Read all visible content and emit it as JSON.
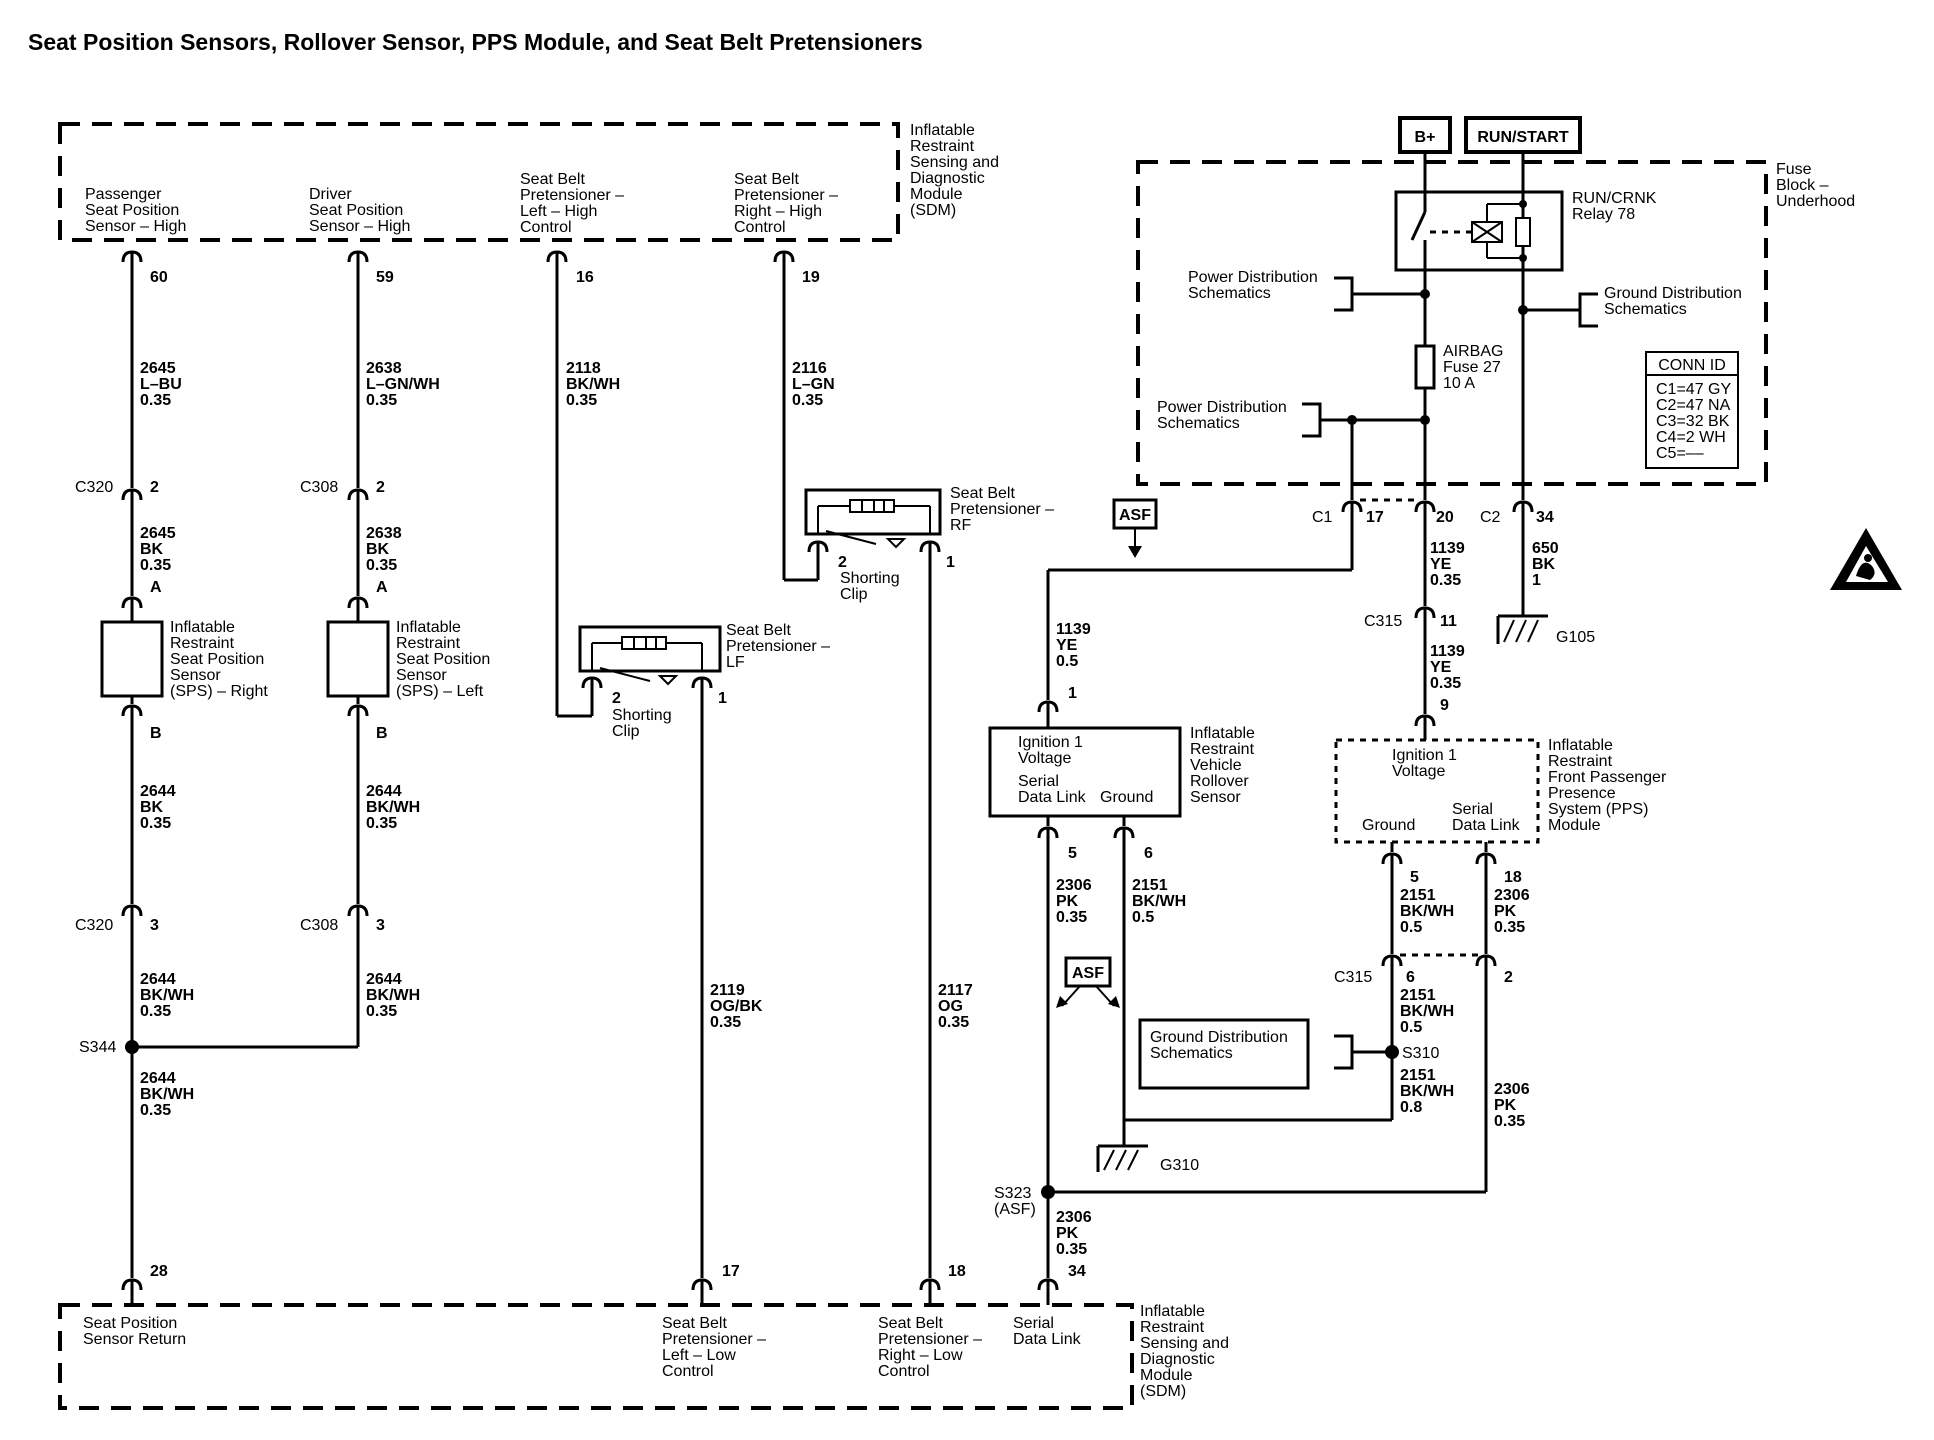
{
  "title": "Seat Position Sensors, Rollover Sensor, PPS Module, and Seat Belt Pretensioners",
  "sdm_top": {
    "name": [
      "Inflatable",
      "Restraint",
      "Sensing and",
      "Diagnostic",
      "Module",
      "(SDM)"
    ],
    "pins": [
      {
        "label": [
          "Passenger",
          "Seat Position",
          "Sensor – High"
        ],
        "pin": "60"
      },
      {
        "label": [
          "Driver",
          "Seat Position",
          "Sensor – High"
        ],
        "pin": "59"
      },
      {
        "label": [
          "Seat Belt",
          "Pretensioner –",
          "Left – High",
          "Control"
        ],
        "pin": "16"
      },
      {
        "label": [
          "Seat Belt",
          "Pretensioner –",
          "Right – High",
          "Control"
        ],
        "pin": "19"
      }
    ]
  },
  "sdm_bottom": {
    "name": [
      "Inflatable",
      "Restraint",
      "Sensing and",
      "Diagnostic",
      "Module",
      "(SDM)"
    ],
    "pins": [
      {
        "label": [
          "Seat Position",
          "Sensor Return"
        ],
        "pin": "28"
      },
      {
        "label": [
          "Seat Belt",
          "Pretensioner –",
          "Left – Low",
          "Control"
        ],
        "pin": "17"
      },
      {
        "label": [
          "Seat Belt",
          "Pretensioner –",
          "Right – Low",
          "Control"
        ],
        "pin": "18"
      },
      {
        "label": [
          "Serial",
          "Data Link"
        ],
        "pin": "34"
      }
    ]
  },
  "wires": {
    "w60": [
      "2645",
      "L–BU",
      "0.35"
    ],
    "w59": [
      "2638",
      "L–GN/WH",
      "0.35"
    ],
    "w16": [
      "2118",
      "BK/WH",
      "0.35"
    ],
    "w19": [
      "2116",
      "L–GN",
      "0.35"
    ],
    "wA_r": [
      "2645",
      "BK",
      "0.35"
    ],
    "wA_l": [
      "2638",
      "BK",
      "0.35"
    ],
    "wB_r": [
      "2644",
      "BK",
      "0.35"
    ],
    "wB_l": [
      "2644",
      "BK/WH",
      "0.35"
    ],
    "wC_r": [
      "2644",
      "BK/WH",
      "0.35"
    ],
    "wC_l": [
      "2644",
      "BK/WH",
      "0.35"
    ],
    "wS344": [
      "2644",
      "BK/WH",
      "0.35"
    ],
    "w17": [
      "2119",
      "OG/BK",
      "0.35"
    ],
    "w18": [
      "2117",
      "OG",
      "0.35"
    ],
    "wC1": [
      "1139",
      "YE",
      "0.5"
    ],
    "w20": [
      "1139",
      "YE",
      "0.35"
    ],
    "w11": [
      "1139",
      "YE",
      "0.35"
    ],
    "w34": [
      "650",
      "BK",
      "1"
    ],
    "wR5": [
      "2306",
      "PK",
      "0.35"
    ],
    "wR6": [
      "2151",
      "BK/WH",
      "0.5"
    ],
    "wP5": [
      "2151",
      "BK/WH",
      "0.5"
    ],
    "wP18": [
      "2306",
      "PK",
      "0.35"
    ],
    "wC315_6": [
      "2151",
      "BK/WH",
      "0.5"
    ],
    "wS310": [
      "2151",
      "BK/WH",
      "0.8"
    ],
    "wC315_2": [
      "2306",
      "PK",
      "0.35"
    ],
    "wS323": [
      "2306",
      "PK",
      "0.35"
    ]
  },
  "connectors": {
    "c320_2": {
      "name": "C320",
      "pin": "2"
    },
    "c308_2": {
      "name": "C308",
      "pin": "2"
    },
    "c320_3": {
      "name": "C320",
      "pin": "3"
    },
    "c308_3": {
      "name": "C308",
      "pin": "3"
    },
    "spsR_A": "A",
    "spsR_B": "B",
    "spsL_A": "A",
    "spsL_B": "B",
    "c1": {
      "name": "C1",
      "pin": "17"
    },
    "c1_20": "20",
    "c2": {
      "name": "C2",
      "pin": "34"
    },
    "c315_11": {
      "name": "C315",
      "pin": "11"
    },
    "c315_6": {
      "name": "C315",
      "pin": "6"
    },
    "c315_2": "2",
    "pps9": "9",
    "rov1": "1",
    "rov5": "5",
    "rov6": "6",
    "pps5": "5",
    "pps18": "18"
  },
  "splices": {
    "s344": "S344",
    "s310": "S310",
    "s323": [
      "S323",
      "(ASF)"
    ]
  },
  "grounds": {
    "g105": "G105",
    "g310": "G310"
  },
  "sps_right": [
    "Inflatable",
    "Restraint",
    "Seat Position",
    "Sensor",
    "(SPS) – Right"
  ],
  "sps_left": [
    "Inflatable",
    "Restraint",
    "Seat Position",
    "Sensor",
    "(SPS) – Left"
  ],
  "pret_lf": {
    "name": [
      "Seat Belt",
      "Pretensioner –",
      "LF"
    ],
    "pin2": "2",
    "pin1": "1",
    "clip": [
      "Shorting",
      "Clip"
    ]
  },
  "pret_rf": {
    "name": [
      "Seat Belt",
      "Pretensioner –",
      "RF"
    ],
    "pin2": "2",
    "pin1": "1",
    "clip": [
      "Shorting",
      "Clip"
    ]
  },
  "power": {
    "bplus": "B+",
    "runstart": "RUN/START"
  },
  "fuse_block": [
    "Fuse",
    "Block –",
    "Underhood"
  ],
  "relay": [
    "RUN/CRNK",
    "Relay 78"
  ],
  "fuse": [
    "AIRBAG",
    "Fuse 27",
    "10 A"
  ],
  "pds1": [
    "Power Distribution",
    "Schematics"
  ],
  "pds2": [
    "Power Distribution",
    "Schematics"
  ],
  "gds1": [
    "Ground Distribution",
    "Schematics"
  ],
  "gds2": [
    "Ground Distribution",
    "Schematics"
  ],
  "conn_id": {
    "title": "CONN ID",
    "rows": [
      "C1=47 GY",
      "C2=47 NA",
      "C3=32 BK",
      "C4=2 WH",
      "C5=––"
    ]
  },
  "asf": "ASF",
  "rollover": {
    "name": [
      "Inflatable",
      "Restraint",
      "Vehicle",
      "Rollover",
      "Sensor"
    ],
    "ign": [
      "Ignition 1",
      "Voltage"
    ],
    "sdl": [
      "Serial",
      "Data Link"
    ],
    "gnd": "Ground"
  },
  "pps": {
    "name": [
      "Inflatable",
      "Restraint",
      "Front Passenger",
      "Presence",
      "System (PPS)",
      "Module"
    ],
    "ign": [
      "Ignition 1",
      "Voltage"
    ],
    "gnd": "Ground",
    "sdl": [
      "Serial",
      "Data Link"
    ]
  },
  "warning_icon": "esd-warning-icon"
}
